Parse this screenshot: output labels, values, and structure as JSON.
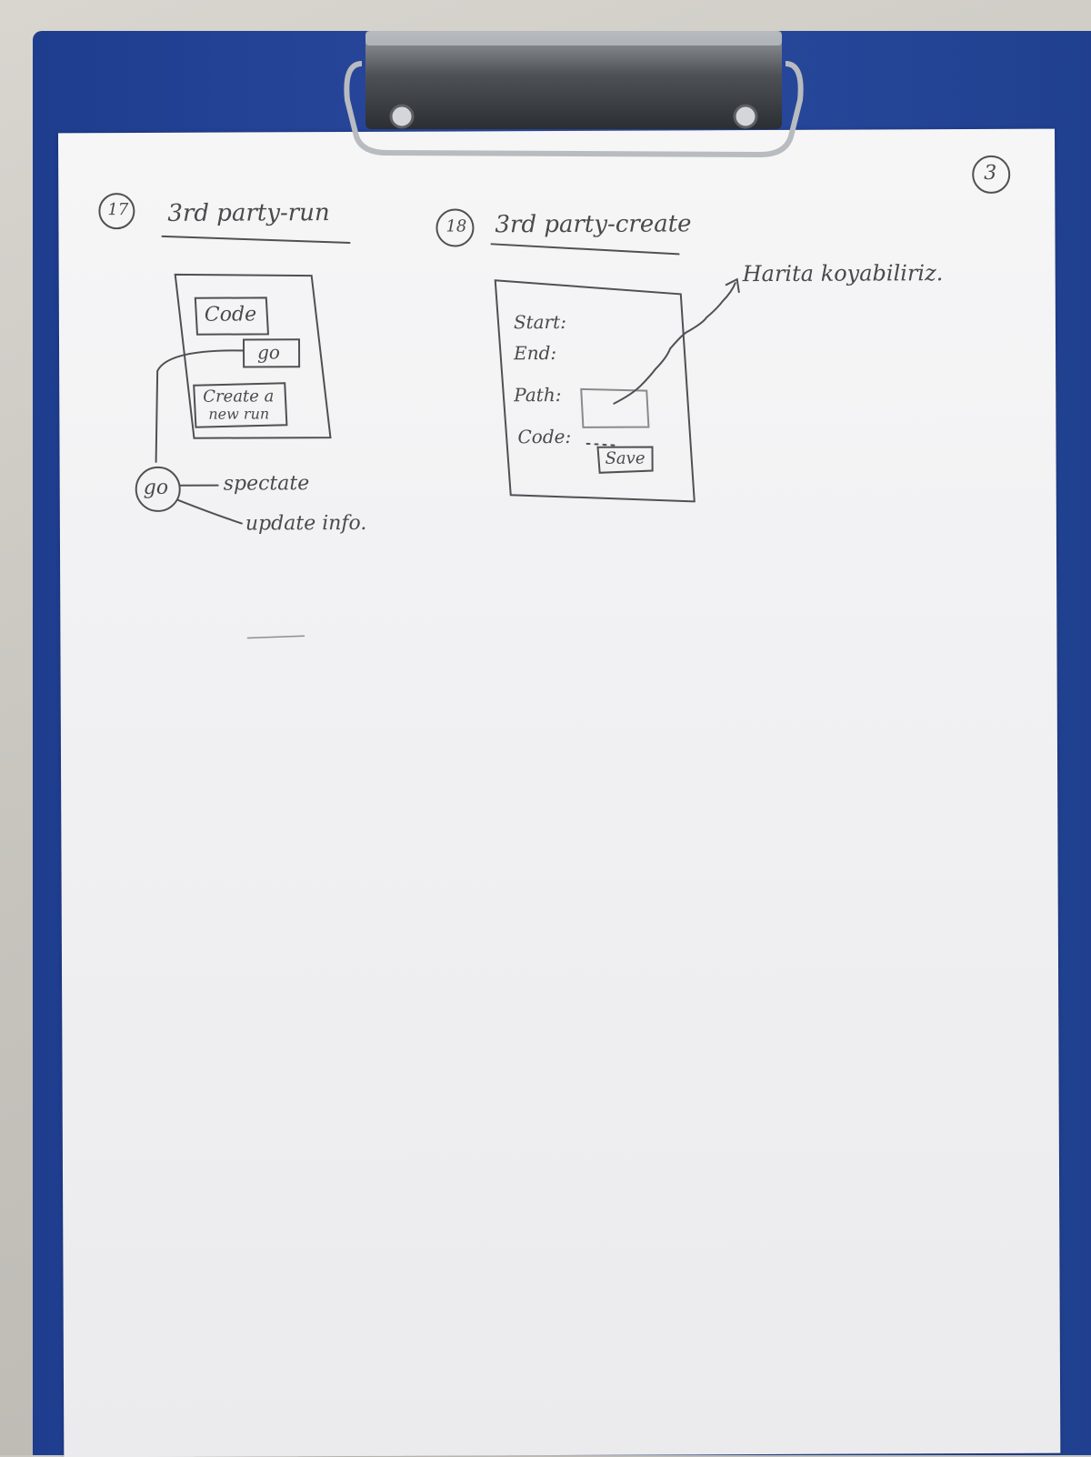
{
  "page_number": "3",
  "screens": [
    {
      "number": "17",
      "title": "3rd party-run",
      "code_button": "Code",
      "go_button": "go",
      "create_button_line1": "Create a",
      "create_button_line2": "new run",
      "callout_circle": "go",
      "actions": [
        "spectate",
        "update info."
      ]
    },
    {
      "number": "18",
      "title": "3rd party-create",
      "fields": [
        "Start:",
        "End:",
        "Path:",
        "Code:"
      ],
      "save_button": "Save",
      "note": "Harita koyabiliriz."
    }
  ]
}
